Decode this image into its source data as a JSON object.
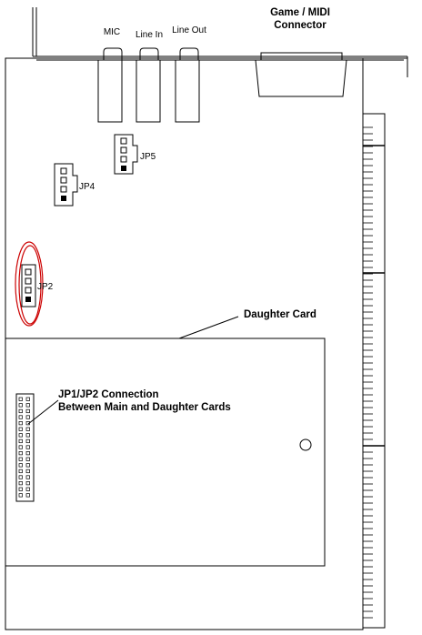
{
  "ports": {
    "mic": "MIC",
    "line_in": "Line In",
    "line_out": "Line Out",
    "game_midi": [
      "Game / MIDI",
      "Connector"
    ]
  },
  "jumpers": {
    "jp5": "JP5",
    "jp4": "JP4",
    "jp2": "JP2"
  },
  "daughter_card": {
    "label": "Daughter Card"
  },
  "connection": {
    "lines": [
      "JP1/JP2 Connection",
      "Between Main and Daughter Cards"
    ]
  },
  "colors": {
    "outline": "#000000",
    "highlight": "#cc0000",
    "background": "#ffffff"
  }
}
